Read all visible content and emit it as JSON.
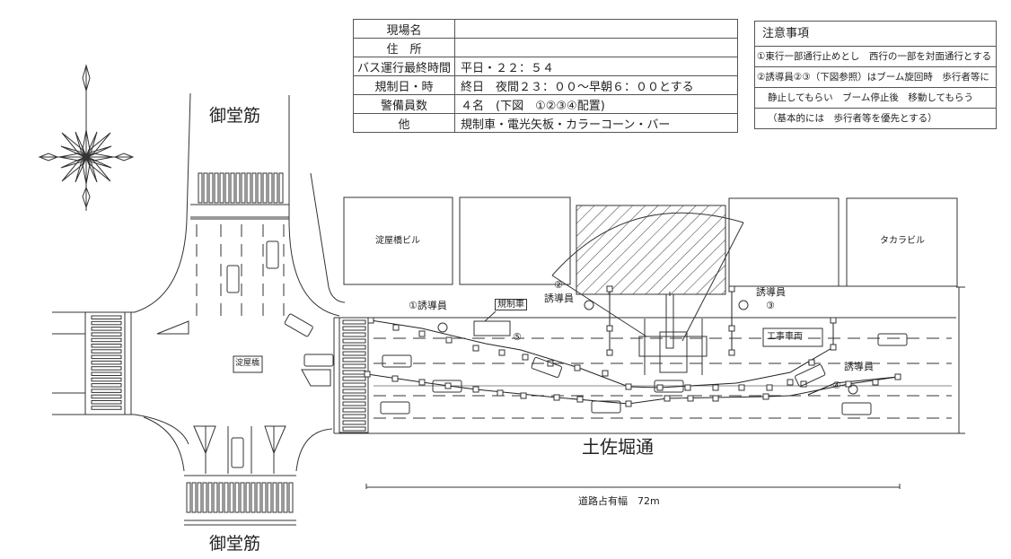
{
  "info_table": {
    "rows": [
      {
        "label": "現場名",
        "value": ""
      },
      {
        "label": "住　所",
        "value": ""
      },
      {
        "label": "バス運行最終時間",
        "value": "平日・２２：５４"
      },
      {
        "label": "規制日・時",
        "value": "終日　夜間２３：００～早朝６：００とする"
      },
      {
        "label": "警備員数",
        "value": "４名　(下図　①②③④配置)"
      },
      {
        "label": "他",
        "value": "規制車・電光矢板・カラーコーン・バー"
      }
    ]
  },
  "notes": {
    "title": "注意事項",
    "lines": [
      "①東行一部通行止めとし　西行の一部を対面通行とする",
      "②誘導員②③（下図参照）はブーム旋回時　歩行者等に",
      "静止してもらい　ブーム停止後　移動してもらう",
      "（基本的には　歩行者等を優先とする）"
    ]
  },
  "map": {
    "street_north": "御堂筋",
    "street_south": "御堂筋",
    "street_main": "土佐堀通",
    "bridge_label": "淀屋橋",
    "buildings": [
      {
        "name": "淀屋橋ビル",
        "hatched": false
      },
      {
        "name": "",
        "hatched": false
      },
      {
        "name": "",
        "hatched": true
      },
      {
        "name": "",
        "hatched": false
      },
      {
        "name": "タカラビル",
        "hatched": false
      }
    ],
    "guards": [
      {
        "number": "①",
        "label": "誘導員"
      },
      {
        "number": "②",
        "label": "誘導員"
      },
      {
        "number": "③",
        "label": "誘導員"
      },
      {
        "number": "④",
        "label": "誘導員"
      }
    ],
    "regulation_vehicle": "規制車",
    "regulation_vehicle_marker": "⑤",
    "work_vehicle": "工事車両",
    "occupancy_width": "道路占有幅　72m",
    "compass_icon": "compass-rose-icon"
  }
}
